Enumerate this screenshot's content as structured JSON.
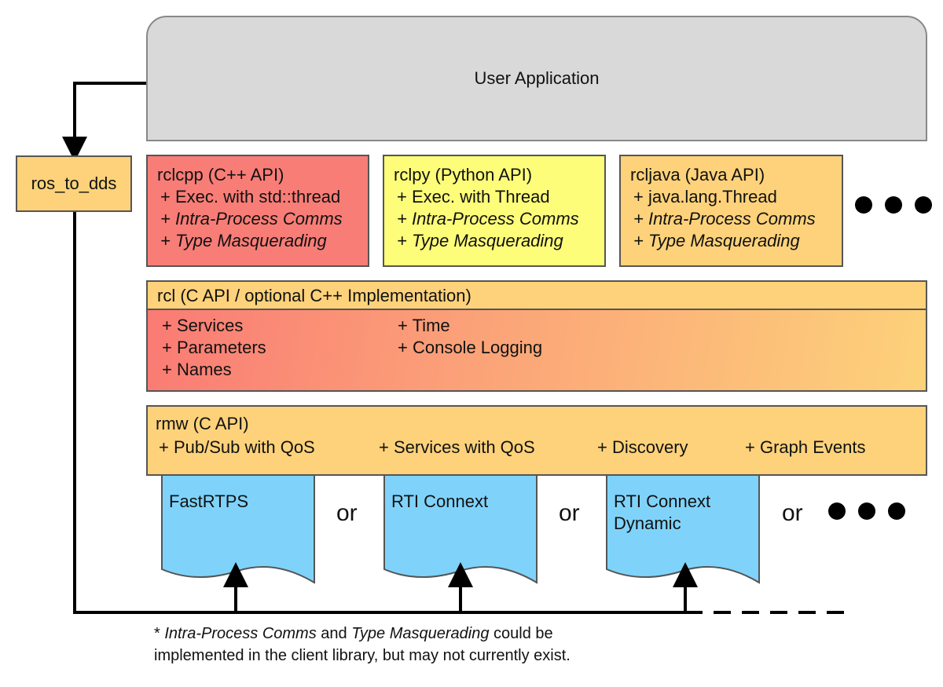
{
  "user_app": {
    "label": "User Application"
  },
  "ros_to_dds": {
    "label": "ros_to_dds"
  },
  "client_libs": [
    {
      "title": "rclcpp (C++ API)",
      "items": [
        "+ Exec. with std::thread",
        "+ Intra-Process Comms",
        "+ Type Masquerading"
      ],
      "color": "#f87d77"
    },
    {
      "title": "rclpy (Python API)",
      "items": [
        "+ Exec. with Thread",
        "+ Intra-Process Comms",
        "+ Type Masquerading"
      ],
      "color": "#fdfd7a"
    },
    {
      "title": "rcljava (Java API)",
      "items": [
        "+ java.lang.Thread",
        "+ Intra-Process Comms",
        "+ Type Masquerading"
      ],
      "color": "#fdd27a"
    }
  ],
  "rcl": {
    "title": "rcl (C API / optional C++ Implementation)",
    "col1": [
      "+ Services",
      "+ Parameters",
      "+ Names"
    ],
    "col2": [
      "+ Time",
      "+ Console Logging"
    ]
  },
  "rmw": {
    "title": "rmw (C API)",
    "items": [
      "+ Pub/Sub with QoS",
      "+ Services with QoS",
      "+ Discovery",
      "+ Graph Events"
    ]
  },
  "dds_impls": [
    {
      "lines": [
        "FastRTPS"
      ]
    },
    {
      "lines": [
        "RTI Connext"
      ]
    },
    {
      "lines": [
        "RTI Connext",
        "Dynamic"
      ]
    }
  ],
  "or_label": "or",
  "footnote": {
    "line1_prefix": "* ",
    "line1_em1": "Intra-Process Comms",
    "line1_mid": " and ",
    "line1_em2": "Type Masquerading",
    "line1_suffix": " could be",
    "line2": "implemented in the client library, but may not currently exist."
  },
  "colors": {
    "red": "#f87d77",
    "yellow": "#fdfd7a",
    "orange": "#fdd27a",
    "gray": "#d9d9d9",
    "blue": "#7fd3fb"
  }
}
